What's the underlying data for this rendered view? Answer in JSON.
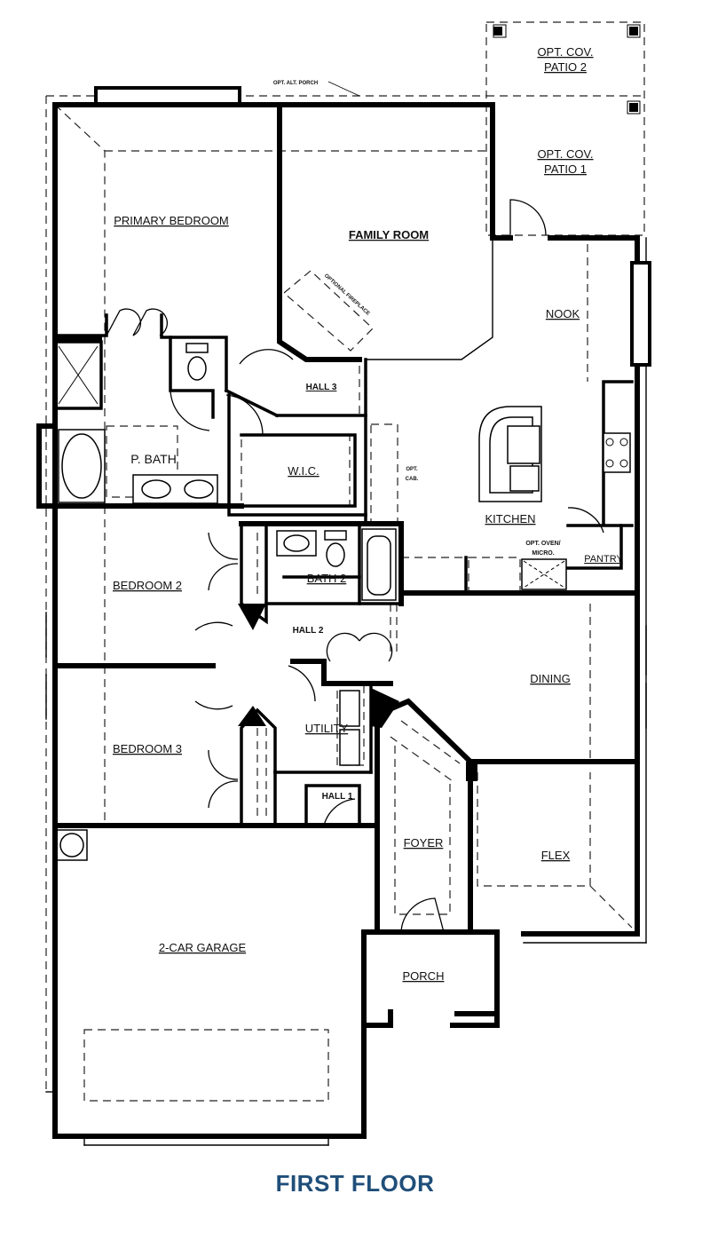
{
  "floor_title": "FIRST FLOOR",
  "title_color": "#1f4e79",
  "rooms": {
    "opt_cov_patio_2": [
      "OPT. COV.",
      "PATIO 2"
    ],
    "opt_cov_patio_1": [
      "OPT. COV.",
      "PATIO 1"
    ],
    "opt_alt_porch": "OPT. ALT. PORCH",
    "primary_bedroom": "PRIMARY BEDROOM",
    "family_room": "FAMILY ROOM",
    "optional_fireplace": "OPTIONAL FIREPLACE",
    "nook": "NOOK",
    "hall_3": "HALL 3",
    "p_bath": "P. BATH",
    "wic": "W.I.C.",
    "opt_cab": [
      "OPT.",
      "CAB."
    ],
    "kitchen": "KITCHEN",
    "opt_oven_micro": [
      "OPT. OVEN/",
      "MICRO."
    ],
    "pantry": "PANTRY",
    "bedroom_2": "BEDROOM 2",
    "bath_2": "BATH 2",
    "hall_2": "HALL 2",
    "dining": "DINING",
    "bedroom_3": "BEDROOM 3",
    "utility": "UTILITY",
    "hall_1": "HALL 1",
    "foyer": "FOYER",
    "flex": "FLEX",
    "garage": "2-CAR GARAGE",
    "porch": "PORCH"
  }
}
